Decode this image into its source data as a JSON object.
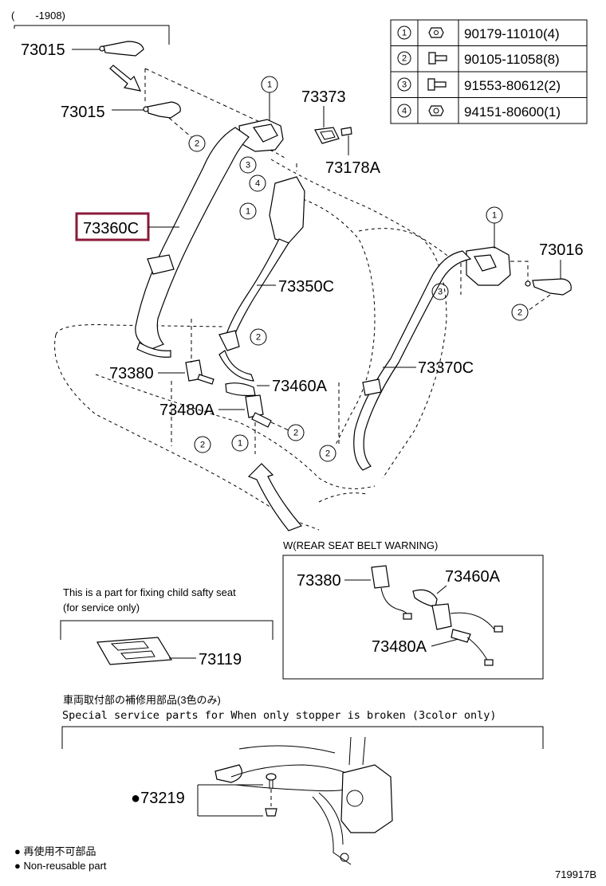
{
  "header": {
    "date_range": "(　　-1908)"
  },
  "fastener_table": [
    {
      "num": "1",
      "part": "90179-11010(4)"
    },
    {
      "num": "2",
      "part": "90105-11058(8)"
    },
    {
      "num": "3",
      "part": "91553-80612(2)"
    },
    {
      "num": "4",
      "part": "94151-80600(1)"
    }
  ],
  "parts": {
    "p73015a": "73015",
    "p73015b": "73015",
    "p73373": "73373",
    "p73178A": "73178A",
    "p73360C": "73360C",
    "p73350C": "73350C",
    "p73016": "73016",
    "p73380": "73380",
    "p73460A": "73460A",
    "p73480A": "73480A",
    "p73370C": "73370C",
    "p73119": "73119",
    "p73219": "●73219"
  },
  "warning_box": {
    "title": "W(REAR SEAT BELT WARNING)",
    "p73380": "73380",
    "p73460A": "73460A",
    "p73480A": "73480A"
  },
  "child_seat_note": {
    "line1": "This is a part for fixing child safty seat",
    "line2": "(for service only)"
  },
  "special_note": {
    "line_jp": "車両取付部の補修用部品(3色のみ)",
    "line_en": "Special   service   parts   for   When   only   stopper   is   broken   (3color   only)"
  },
  "legend": {
    "jp": "● 再使用不可部品",
    "en": "● Non-reusable part"
  },
  "diagram_code": "719917B",
  "colors": {
    "highlight": "#8b1a3a",
    "ink": "#000000"
  }
}
